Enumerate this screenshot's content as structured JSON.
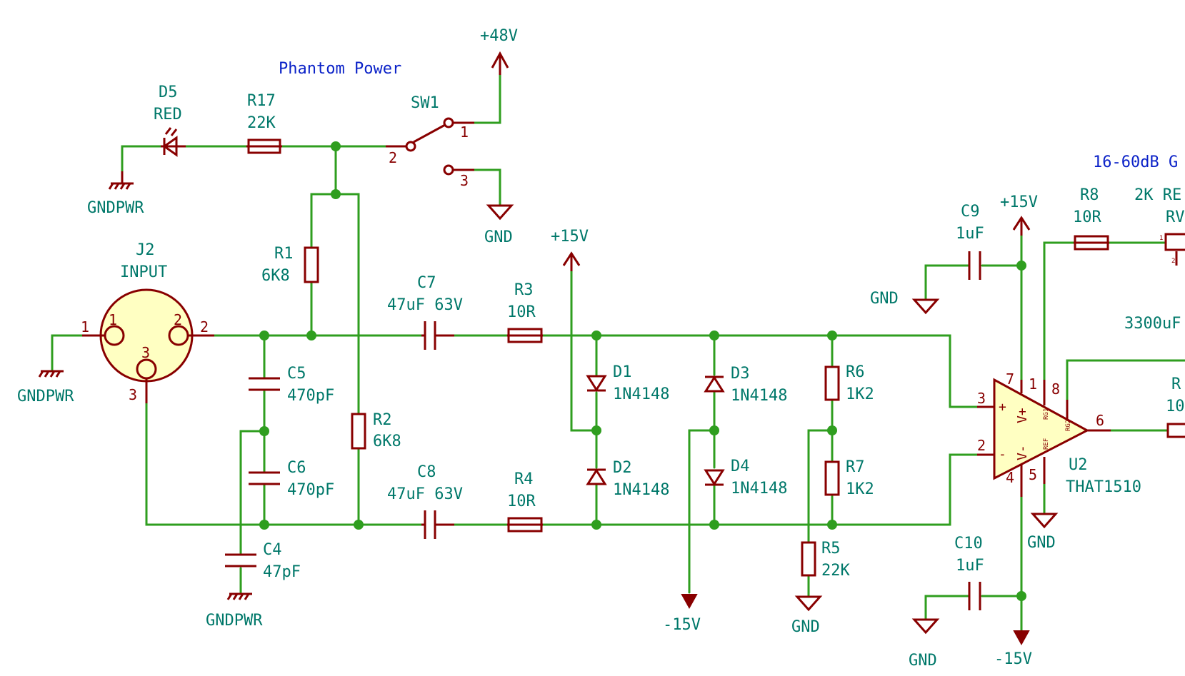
{
  "notes": {
    "phantom": "Phantom Power",
    "gain": "16-60dB G"
  },
  "power": {
    "p48": "+48V",
    "p15a": "+15V",
    "p15b": "+15V",
    "n15a": "-15V",
    "n15b": "-15V",
    "gnd": "GND",
    "gndpwr": "GNDPWR"
  },
  "components": {
    "d5": {
      "ref": "D5",
      "value": "RED"
    },
    "r17": {
      "ref": "R17",
      "value": "22K"
    },
    "sw1": {
      "ref": "SW1",
      "pins": [
        "1",
        "2",
        "3"
      ]
    },
    "j2": {
      "ref": "J2",
      "value": "INPUT",
      "pins": [
        "1",
        "2",
        "3"
      ]
    },
    "r1": {
      "ref": "R1",
      "value": "6K8"
    },
    "r2": {
      "ref": "R2",
      "value": "6K8"
    },
    "c4": {
      "ref": "C4",
      "value": "47pF"
    },
    "c5": {
      "ref": "C5",
      "value": "470pF"
    },
    "c6": {
      "ref": "C6",
      "value": "470pF"
    },
    "c7": {
      "ref": "C7",
      "value": "47uF 63V"
    },
    "c8": {
      "ref": "C8",
      "value": "47uF 63V"
    },
    "r3": {
      "ref": "R3",
      "value": "10R"
    },
    "r4": {
      "ref": "R4",
      "value": "10R"
    },
    "d1": {
      "ref": "D1",
      "value": "1N4148"
    },
    "d2": {
      "ref": "D2",
      "value": "1N4148"
    },
    "d3": {
      "ref": "D3",
      "value": "1N4148"
    },
    "d4": {
      "ref": "D4",
      "value": "1N4148"
    },
    "r5": {
      "ref": "R5",
      "value": "22K"
    },
    "r6": {
      "ref": "R6",
      "value": "1K2"
    },
    "r7": {
      "ref": "R7",
      "value": "1K2"
    },
    "c9": {
      "ref": "C9",
      "value": "1uF"
    },
    "c10": {
      "ref": "C10",
      "value": "1uF"
    },
    "r8": {
      "ref": "R8",
      "value": "10R"
    },
    "rv": {
      "ref": "RV",
      "value": "2K RE"
    },
    "u2": {
      "ref": "U2",
      "value": "THAT1510",
      "pins": [
        "3",
        "2",
        "7",
        "1",
        "8",
        "6",
        "4",
        "5"
      ],
      "pin_labels": [
        "+",
        "-",
        "V+",
        "V-",
        "RG1",
        "RG2",
        "REF"
      ]
    },
    "cap3300": {
      "value": "3300uF"
    },
    "r_out": {
      "ref": "R",
      "value": "10"
    }
  }
}
